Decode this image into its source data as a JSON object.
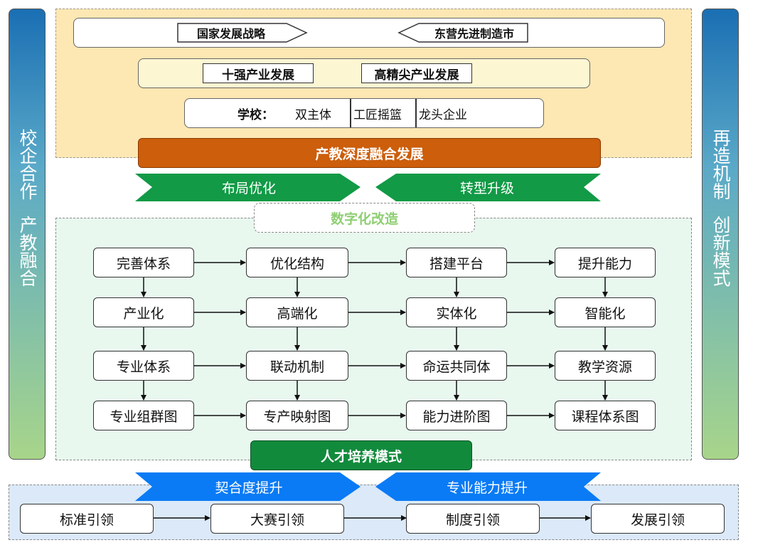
{
  "left_pillar": {
    "line1": "校企合作",
    "line2": "产教融合"
  },
  "right_pillar": {
    "line1": "再造机制",
    "line2": "创新模式"
  },
  "top": {
    "row1": {
      "left": "国家发展战略",
      "right": "东营先进制造市"
    },
    "row2": {
      "left": "十强产业发展",
      "right": "高精尖产业发展"
    },
    "row3": {
      "prefix": "学校：",
      "items": [
        "双主体",
        "工匠摇篮",
        "龙头企业"
      ]
    },
    "banner": "产教深度融合发展"
  },
  "arrows_mid": {
    "left": "布局优化",
    "right": "转型升级"
  },
  "digital_title": "数字化改造",
  "grid": [
    [
      "完善体系",
      "优化结构",
      "搭建平台",
      "提升能力"
    ],
    [
      "产业化",
      "高端化",
      "实体化",
      "智能化"
    ],
    [
      "专业体系",
      "联动机制",
      "命运共同体",
      "教学资源"
    ],
    [
      "专业组群图",
      "专产映射图",
      "能力进阶图",
      "课程体系图"
    ]
  ],
  "talent_bar": "人才培养模式",
  "arrows_bottom": {
    "left": "契合度提升",
    "right": "专业能力提升"
  },
  "bottom_row": [
    "标准引领",
    "大赛引领",
    "制度引领",
    "发展引领"
  ],
  "colors": {
    "top_zone": "#fde7b3",
    "orange_banner": "#cc5e0c",
    "green_arrow": "#129a46",
    "blue_arrow": "#0a7bf5",
    "mid_zone": "#e8f8ef",
    "digital_text": "#8fcf73",
    "talent_bar": "#128a3c",
    "bottom_zone": "#dbe9f8"
  }
}
